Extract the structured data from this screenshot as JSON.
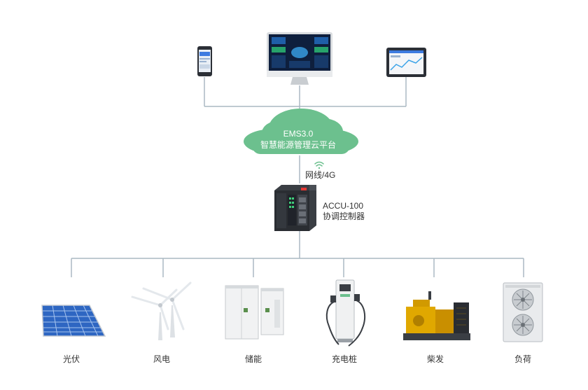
{
  "cloud": {
    "title": "EMS3.0",
    "subtitle": "智慧能源管理云平台",
    "color": "#6cc08e"
  },
  "connection": {
    "label": "网线/4G",
    "icon": "wifi-icon"
  },
  "controller": {
    "model": "ACCU-100",
    "name": "协调控制器"
  },
  "terminals": [
    {
      "icon": "smartphone-icon"
    },
    {
      "icon": "desktop-monitor-icon"
    },
    {
      "icon": "tablet-icon"
    }
  ],
  "devices": [
    {
      "label": "光伏",
      "icon": "solar-panel-icon"
    },
    {
      "label": "风电",
      "icon": "wind-turbine-icon"
    },
    {
      "label": "储能",
      "icon": "energy-storage-cabinet-icon"
    },
    {
      "label": "充电桩",
      "icon": "ev-charger-icon"
    },
    {
      "label": "柴发",
      "icon": "diesel-generator-icon"
    },
    {
      "label": "负荷",
      "icon": "load-ac-unit-icon"
    }
  ],
  "colors": {
    "line": "#aab8c2",
    "cloud": "#6cc08e",
    "controller_accent": "#e53935"
  }
}
